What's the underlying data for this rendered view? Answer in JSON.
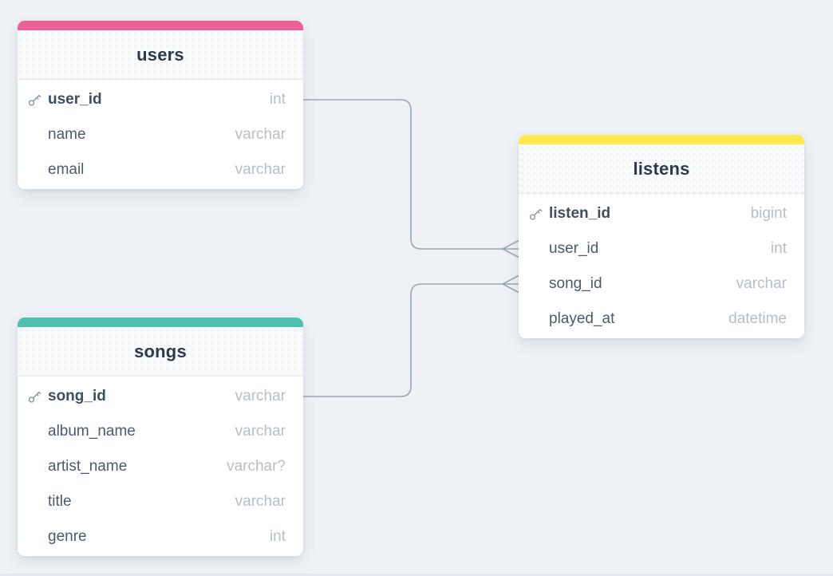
{
  "canvas": {
    "background_color": "#eef2f6",
    "relationship_line_color": "#9aa5b2"
  },
  "tables": [
    {
      "name": "users",
      "color": "#ec5f97",
      "fields": [
        {
          "name": "user_id",
          "type": "int",
          "primary_key": true
        },
        {
          "name": "name",
          "type": "varchar",
          "primary_key": false
        },
        {
          "name": "email",
          "type": "varchar",
          "primary_key": false
        }
      ]
    },
    {
      "name": "listens",
      "color": "#ffe94d",
      "fields": [
        {
          "name": "listen_id",
          "type": "bigint",
          "primary_key": true
        },
        {
          "name": "user_id",
          "type": "int",
          "primary_key": false
        },
        {
          "name": "song_id",
          "type": "varchar",
          "primary_key": false
        },
        {
          "name": "played_at",
          "type": "datetime",
          "primary_key": false
        }
      ]
    },
    {
      "name": "songs",
      "color": "#4ec0af",
      "fields": [
        {
          "name": "song_id",
          "type": "varchar",
          "primary_key": true
        },
        {
          "name": "album_name",
          "type": "varchar",
          "primary_key": false
        },
        {
          "name": "artist_name",
          "type": "varchar?",
          "primary_key": false
        },
        {
          "name": "title",
          "type": "varchar",
          "primary_key": false
        },
        {
          "name": "genre",
          "type": "int",
          "primary_key": false
        }
      ]
    }
  ],
  "relationships": [
    {
      "from": "users.user_id",
      "to": "listens.user_id",
      "cardinality": "one-to-many"
    },
    {
      "from": "songs.song_id",
      "to": "listens.song_id",
      "cardinality": "one-to-many"
    }
  ]
}
